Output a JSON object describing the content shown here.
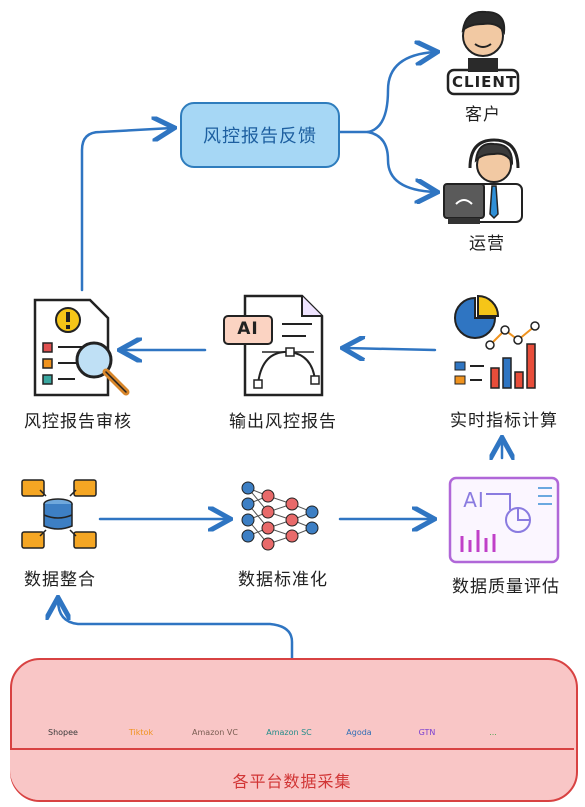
{
  "feedback": {
    "label": "风控报告反馈"
  },
  "receivers": {
    "client_badge": "CLIENT",
    "client_label": "客户",
    "ops_label": "运营"
  },
  "middle_row": {
    "audit": "风控报告审核",
    "output": "输出风控报告",
    "ai_badge": "AI",
    "metrics": "实时指标计算"
  },
  "lower_row": {
    "integrate": "数据整合",
    "standardize": "数据标准化",
    "quality": "数据质量评估",
    "quality_badge": "AI"
  },
  "platforms": {
    "title": "各平台数据采集",
    "items": [
      {
        "name": "Shopee",
        "color": "#3a3a3a"
      },
      {
        "name": "Tiktok",
        "color": "#f0931e"
      },
      {
        "name": "Amazon VC",
        "color": "#7a5d52"
      },
      {
        "name": "Amazon SC",
        "color": "#238d8a"
      },
      {
        "name": "Agoda",
        "color": "#2f6fb5"
      },
      {
        "name": "GTN",
        "color": "#7b3fd0"
      },
      {
        "name": "...",
        "color": "#44a34a"
      }
    ]
  },
  "colors": {
    "arrow": "#2f75c2",
    "feedback_fill": "#a6d7f5",
    "panel_fill": "#f9c6c6",
    "panel_border": "#d84242"
  }
}
